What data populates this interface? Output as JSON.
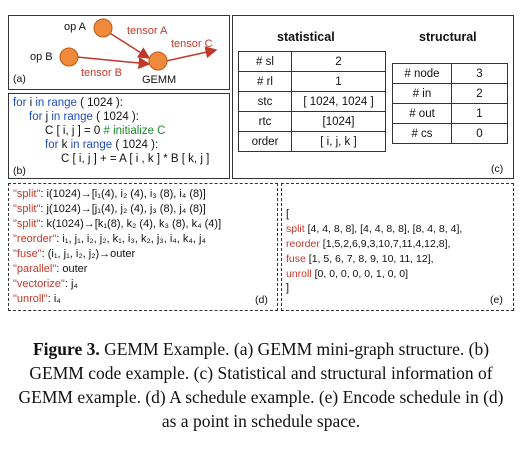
{
  "panel_a": {
    "label": "(a)",
    "nodes": [
      "op A",
      "op B",
      "GEMM"
    ],
    "edges": [
      "tensor A",
      "tensor B",
      "tensor C"
    ]
  },
  "panel_b": {
    "label": "(b)",
    "lines": [
      {
        "k1": "for",
        "t1": " i ",
        "k2": "in",
        "t2": " range",
        "t3": " ( 1024 ):"
      },
      {
        "k1": "for",
        "t1": " j ",
        "k2": "in",
        "t2": " range",
        "t3": " ( 1024 ):"
      },
      {
        "t1": "C [ i, j ] = 0 ",
        "c": "# initialize C"
      },
      {
        "k1": "for",
        "t1": " k ",
        "k2": "in",
        "t2": " range",
        "t3": " ( 1024 ):"
      },
      {
        "t1": "C [ i, j ] + = A [ i , k ] * B [ k, j ]"
      }
    ]
  },
  "panel_c": {
    "label": "(c)",
    "statistical_title": "statistical",
    "structural_title": "structural",
    "statistical_rows": [
      [
        "# sl",
        "2"
      ],
      [
        "# rl",
        "1"
      ],
      [
        "stc",
        "[ 1024, 1024 ]"
      ],
      [
        "rtc",
        "[1024]"
      ],
      [
        "order",
        "[ i, j, k ]"
      ]
    ],
    "structural_rows": [
      [
        "# node",
        "3"
      ],
      [
        "# in",
        "2"
      ],
      [
        "# out",
        "1"
      ],
      [
        "# cs",
        "0"
      ]
    ]
  },
  "panel_d": {
    "label": "(d)",
    "lines": [
      {
        "key": "\"split\"",
        "rest": ": i(1024)→[i₁(4), i₂ (4), i₃ (8), i₄ (8)]"
      },
      {
        "key": "\"split\"",
        "rest": ": j(1024)→[j₁(4), j₂ (4), j₃ (8), j₄ (8)]"
      },
      {
        "key": "\"split\"",
        "rest": ": k(1024)→[k₁(8), k₂ (4), k₃ (8), k₄ (4)]"
      },
      {
        "key": "\"reorder\"",
        "rest": ": i₁, j₁, i₂, j₂, k₁, i₃, k₂, j₃, i₄, k₄, j₄"
      },
      {
        "key": "\"fuse\"",
        "rest": ": (i₁, j₁, i₂, j₂)→outer"
      },
      {
        "key": "\"parallel\"",
        "rest": ": outer"
      },
      {
        "key": "\"vectorize\"",
        "rest": ": j₄"
      },
      {
        "key": "\"unroll\"",
        "rest": ": i₄"
      }
    ]
  },
  "panel_e": {
    "label": "(e)",
    "open": "[",
    "rows": [
      {
        "key": "split",
        "val": "[4, 4, 8, 8], [4, 4, 8, 8], [8, 4, 8, 4],"
      },
      {
        "key": "reorder",
        "val": "[1,5,2,6,9,3,10,7,11,4,12,8],"
      },
      {
        "key": "fuse",
        "val": "[1, 5, 6, 7, 8, 9, 10, 11, 12],"
      },
      {
        "key": "unroll",
        "val": "[0, 0, 0, 0, 0, 1, 0, 0]"
      }
    ],
    "close": "]"
  },
  "caption": {
    "label": "Figure 3.",
    "text": " GEMM Example. (a) GEMM mini-graph structure. (b) GEMM code example. (c) Statistical and structural information of GEMM example. (d) A schedule example. (e) Encode schedule in (d) as a point in schedule space."
  }
}
